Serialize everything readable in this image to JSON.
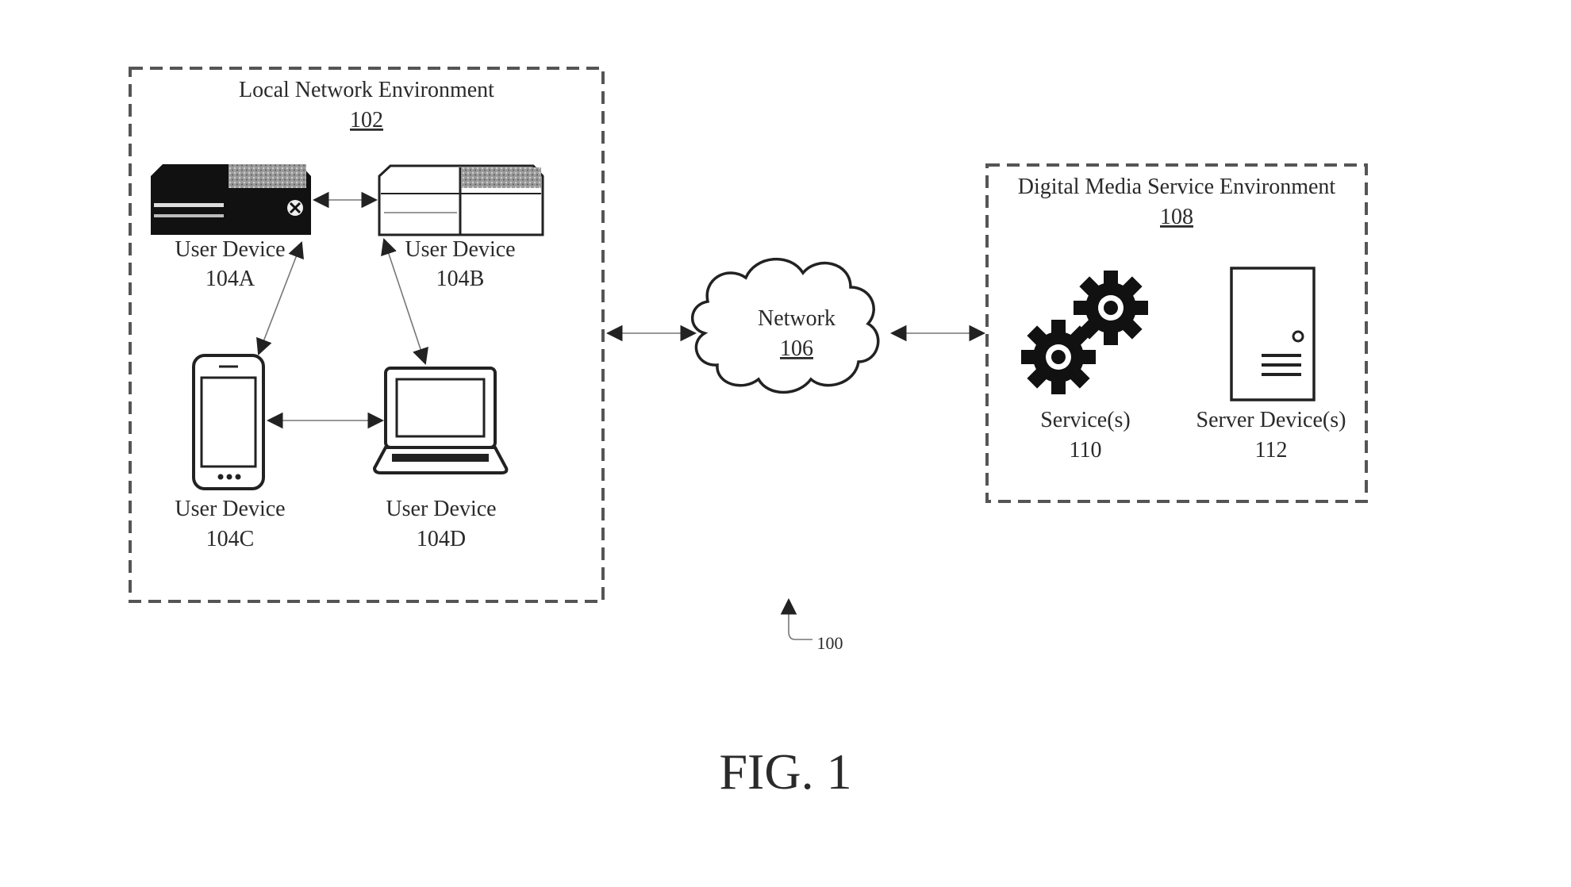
{
  "figure": {
    "caption": "FIG. 1",
    "reference": "100",
    "local_environment": {
      "title": "Local Network Environment",
      "ref": "102"
    },
    "devices": [
      {
        "id": "104A",
        "label": "User Device",
        "ref": "104A",
        "icon": "game-console-black-icon"
      },
      {
        "id": "104B",
        "label": "User Device",
        "ref": "104B",
        "icon": "game-console-white-icon"
      },
      {
        "id": "104C",
        "label": "User Device",
        "ref": "104C",
        "icon": "smartphone-icon"
      },
      {
        "id": "104D",
        "label": "User Device",
        "ref": "104D",
        "icon": "laptop-icon"
      }
    ],
    "network": {
      "label": "Network",
      "ref": "106",
      "icon": "cloud-icon"
    },
    "service_environment": {
      "title": "Digital Media Service Environment",
      "ref": "108"
    },
    "services": {
      "label": "Service(s)",
      "ref": "110",
      "icon": "gears-icon"
    },
    "servers": {
      "label": "Server Device(s)",
      "ref": "112",
      "icon": "server-tower-icon"
    },
    "connections": [
      [
        "104A",
        "104B"
      ],
      [
        "104A",
        "104C"
      ],
      [
        "104B",
        "104D"
      ],
      [
        "104C",
        "104D"
      ],
      [
        "102",
        "106"
      ],
      [
        "106",
        "108"
      ]
    ]
  }
}
